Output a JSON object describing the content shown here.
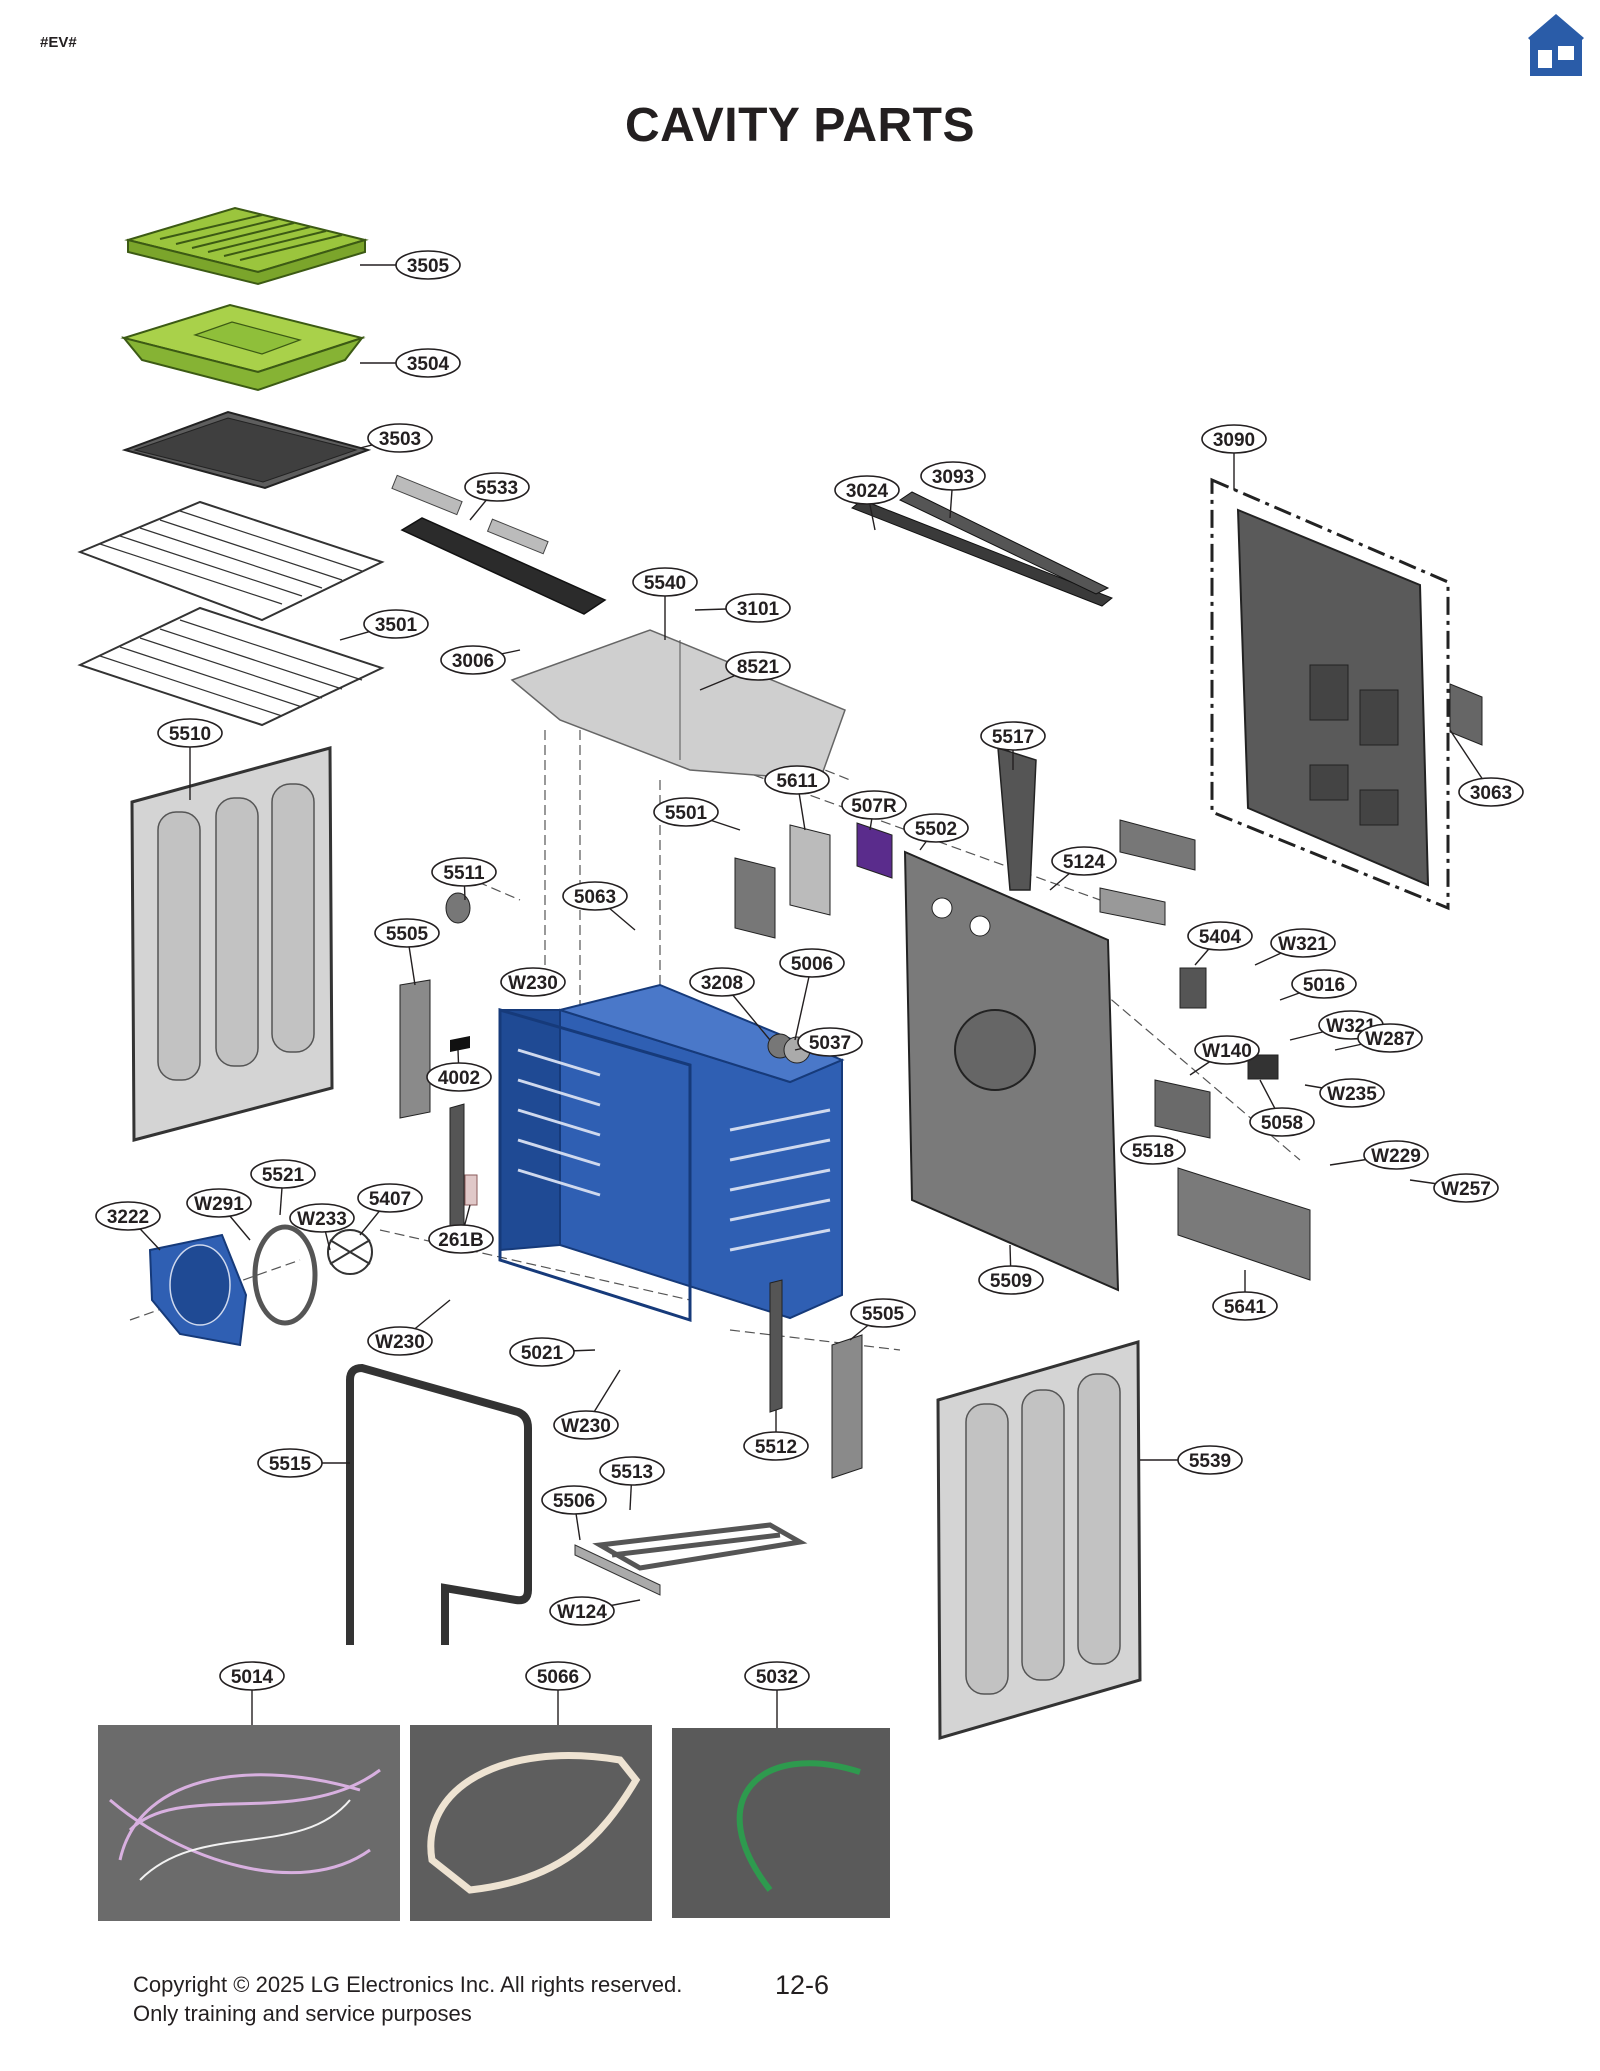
{
  "header": {
    "tag": "#EV#",
    "home_icon": "home-icon",
    "title": "CAVITY PARTS"
  },
  "colors": {
    "cavity_blue": "#2f5fb3",
    "tray_green": "#9bc53d",
    "part_gray": "#6e6e6e",
    "home_blue": "#2a5ca8"
  },
  "callouts": [
    "3505",
    "3504",
    "3503",
    "5533",
    "3501",
    "3006",
    "5540",
    "3101",
    "8521",
    "3024",
    "3093",
    "3090",
    "3063",
    "5510",
    "5517",
    "5611",
    "507R",
    "5501",
    "5502",
    "5124",
    "5511",
    "5063",
    "5505",
    "W230",
    "3208",
    "5006",
    "5404",
    "W321",
    "5016",
    "W321",
    "W287",
    "5037",
    "W140",
    "4002",
    "W235",
    "5058",
    "5518",
    "W229",
    "W257",
    "5521",
    "W291",
    "W233",
    "5407",
    "3222",
    "261B",
    "5509",
    "5641",
    "5505",
    "W230",
    "5021",
    "W230",
    "5512",
    "5515",
    "5513",
    "5506",
    "5539",
    "W124",
    "5014",
    "5066",
    "5032"
  ],
  "footer": {
    "copyright": "Copyright © 2025 LG Electronics Inc. All rights reserved.",
    "purpose": "Only training and service purposes",
    "page_number": "12-6"
  }
}
